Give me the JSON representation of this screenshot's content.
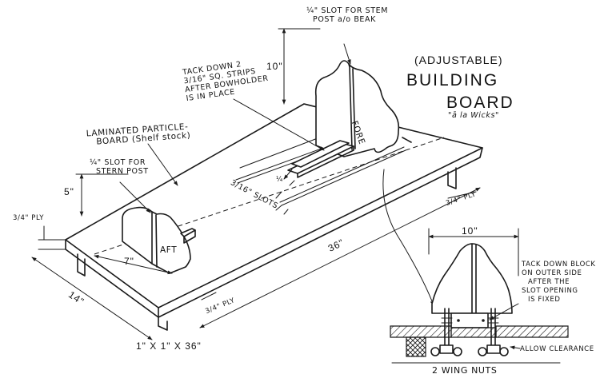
{
  "title": {
    "line1": "(ADJUSTABLE)",
    "line2": "BUILDING",
    "line3": "BOARD",
    "line4": "\"ā la Wicks\""
  },
  "labels": {
    "stem_slot_1": "¼\" SLOT FOR STEM",
    "stem_slot_2": "POST a/o BEAK",
    "tack_strips_1": "TACK DOWN 2",
    "tack_strips_2": "3/16\" SQ. STRIPS",
    "tack_strips_3": "AFTER BOWHOLDER",
    "tack_strips_4": "IS IN PLACE",
    "laminated_1": "LAMINATED PARTICLE-",
    "laminated_2": "BOARD (Shelf stock)",
    "stern_slot_1": "¼\" SLOT FOR",
    "stern_slot_2": "STERN POST",
    "slots": "3/16\" SLOTS",
    "fore": "FORE",
    "aft": "AFT",
    "tack_block_1": "TACK DOWN BLOCK",
    "tack_block_2": "ON OUTER SIDE",
    "tack_block_3": "AFTER THE",
    "tack_block_4": "SLOT OPENING",
    "tack_block_5": "IS FIXED",
    "allow_clearance": "ALLOW CLEARANCE",
    "wing_nuts": "2 WING NUTS",
    "cleat": "1\" X 1\" X 36\""
  },
  "dimensions": {
    "height_fore": "10\"",
    "height_aft": "5\"",
    "length": "36\"",
    "width": "14\"",
    "aft_width": "7\"",
    "detail_width": "10\"",
    "ply_left": "3/4\" PLY",
    "ply_right": "3/4\" PLY",
    "ply_front": "3/4\" PLY",
    "small_quarter": "¼"
  }
}
